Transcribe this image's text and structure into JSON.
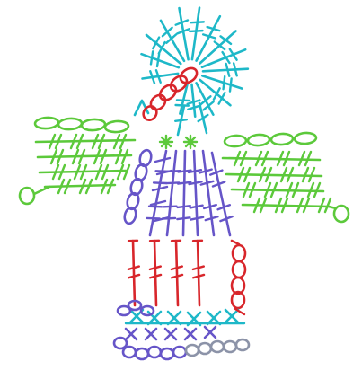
{
  "diagram": {
    "type": "crochet-stitch-chart",
    "colors": {
      "cyan": "#1eb8c8",
      "red": "#d8262b",
      "purple": "#6655c8",
      "green": "#5cc93b",
      "background": "#ffffff"
    },
    "icons": [
      "chain-stitch-icon",
      "double-crochet-icon",
      "single-crochet-icon",
      "slip-stitch-icon"
    ],
    "regions": [
      {
        "name": "head",
        "color": "cyan",
        "stitch": "double-crochet"
      },
      {
        "name": "neck-chain",
        "color": "red",
        "stitch": "chain"
      },
      {
        "name": "left-wing",
        "color": "green",
        "stitch": "double-crochet"
      },
      {
        "name": "right-wing",
        "color": "green",
        "stitch": "double-crochet"
      },
      {
        "name": "body",
        "color": "purple",
        "stitch": "double-crochet"
      },
      {
        "name": "lower-body",
        "color": "red",
        "stitch": "double-crochet"
      },
      {
        "name": "tail",
        "color": "cyan",
        "stitch": "single-crochet"
      },
      {
        "name": "tail-edge",
        "color": "purple",
        "stitch": "chain"
      }
    ]
  }
}
